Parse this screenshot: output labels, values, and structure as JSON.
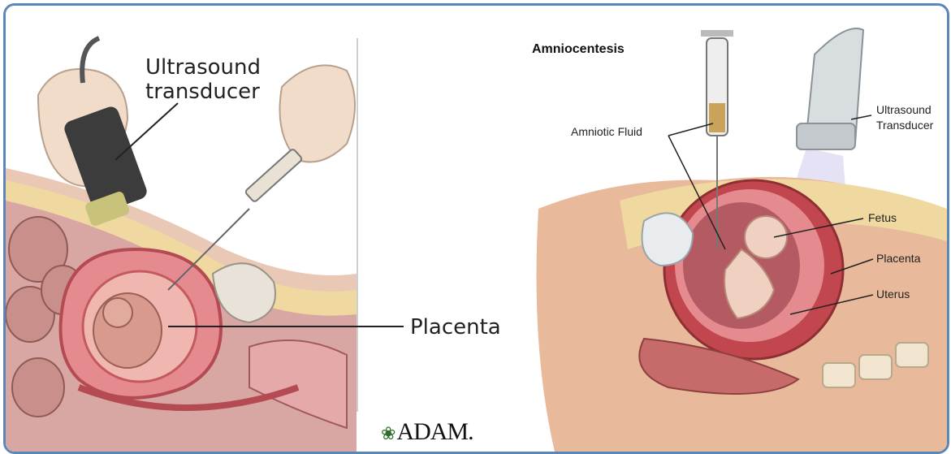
{
  "left_panel": {
    "labels": {
      "transducer_line1": "Ultrasound",
      "transducer_line2": "transducer",
      "placenta": "Placenta"
    },
    "logo": "ADAM."
  },
  "right_panel": {
    "title": "Amniocentesis",
    "labels": {
      "amniotic_fluid": "Amniotic Fluid",
      "transducer_line1": "Ultrasound",
      "transducer_line2": "Transducer",
      "fetus": "Fetus",
      "placenta": "Placenta",
      "uterus": "Uterus"
    }
  },
  "colors": {
    "frame_border": "#5b87b8",
    "tissue_pink": "#e58a8e",
    "uterus_red": "#c2464d",
    "fat_yellow": "#efd9a0",
    "skin": "#e8b99a"
  }
}
